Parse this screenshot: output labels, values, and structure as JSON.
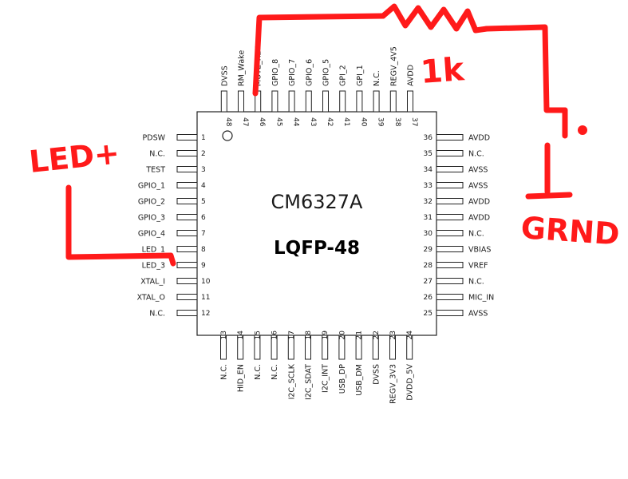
{
  "chip": {
    "name": "CM6327A",
    "package": "LQFP-48"
  },
  "pins": {
    "left": [
      {
        "num": "1",
        "name": "PDSW"
      },
      {
        "num": "2",
        "name": "N.C."
      },
      {
        "num": "3",
        "name": "TEST"
      },
      {
        "num": "4",
        "name": "GPIO_1"
      },
      {
        "num": "5",
        "name": "GPIO_2"
      },
      {
        "num": "6",
        "name": "GPIO_3"
      },
      {
        "num": "7",
        "name": "GPIO_4"
      },
      {
        "num": "8",
        "name": "LED_1"
      },
      {
        "num": "9",
        "name": "LED_3"
      },
      {
        "num": "10",
        "name": "XTAL_I"
      },
      {
        "num": "11",
        "name": "XTAL_O"
      },
      {
        "num": "12",
        "name": "N.C."
      }
    ],
    "bottom": [
      {
        "num": "13",
        "name": "N.C."
      },
      {
        "num": "14",
        "name": "HID_EN"
      },
      {
        "num": "15",
        "name": "N.C."
      },
      {
        "num": "16",
        "name": "N.C."
      },
      {
        "num": "17",
        "name": "I2C_SCLK"
      },
      {
        "num": "18",
        "name": "I2C_SDAT"
      },
      {
        "num": "19",
        "name": "I2C_INT"
      },
      {
        "num": "20",
        "name": "USB_DP"
      },
      {
        "num": "21",
        "name": "USB_DM"
      },
      {
        "num": "22",
        "name": "DVSS"
      },
      {
        "num": "23",
        "name": "REGV_3V3"
      },
      {
        "num": "24",
        "name": "DVDD_5V"
      }
    ],
    "right": [
      {
        "num": "25",
        "name": "AVSS"
      },
      {
        "num": "26",
        "name": "MIC_IN"
      },
      {
        "num": "27",
        "name": "N.C."
      },
      {
        "num": "28",
        "name": "VREF"
      },
      {
        "num": "29",
        "name": "VBIAS"
      },
      {
        "num": "30",
        "name": "N.C."
      },
      {
        "num": "31",
        "name": "AVDD"
      },
      {
        "num": "32",
        "name": "AVDD"
      },
      {
        "num": "33",
        "name": "AVSS"
      },
      {
        "num": "34",
        "name": "AVSS"
      },
      {
        "num": "35",
        "name": "N.C."
      },
      {
        "num": "36",
        "name": "AVDD"
      }
    ],
    "top": [
      {
        "num": "37",
        "name": "AVDD"
      },
      {
        "num": "38",
        "name": "REGV_4V5"
      },
      {
        "num": "39",
        "name": "N.C."
      },
      {
        "num": "40",
        "name": "GPI_1"
      },
      {
        "num": "41",
        "name": "GPI_2"
      },
      {
        "num": "42",
        "name": "GPIO_5"
      },
      {
        "num": "43",
        "name": "GPIO_6"
      },
      {
        "num": "44",
        "name": "GPIO_7"
      },
      {
        "num": "45",
        "name": "GPIO_8"
      },
      {
        "num": "46",
        "name": "MUTE_REC"
      },
      {
        "num": "47",
        "name": "RM_Wake"
      },
      {
        "num": "48",
        "name": "DVSS"
      }
    ]
  },
  "annotations": {
    "led_label": "LED+",
    "resistor_label": "1k",
    "ground_label": "GRND"
  },
  "colors": {
    "annotation": "#ff1a1a",
    "outline": "#222222"
  }
}
